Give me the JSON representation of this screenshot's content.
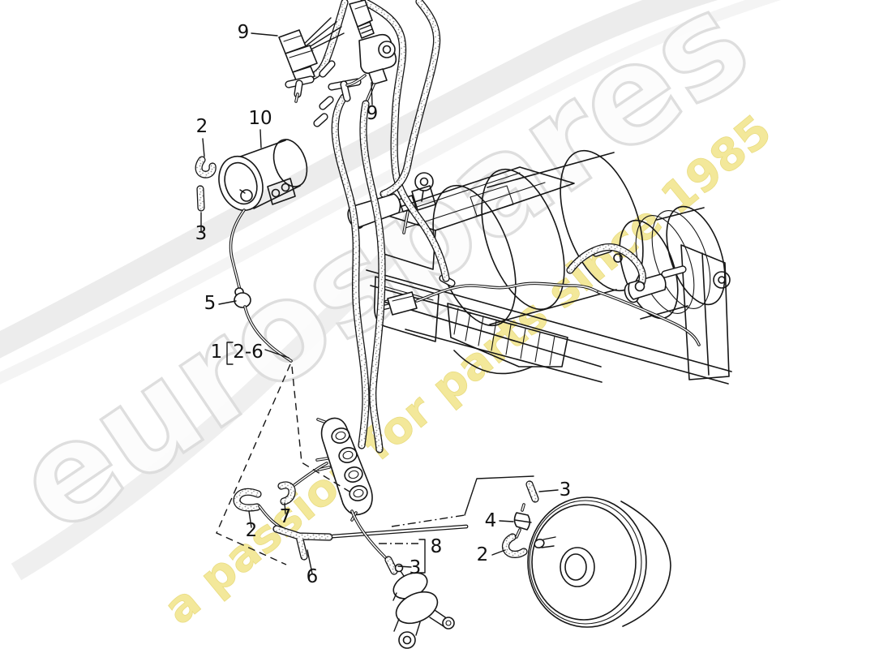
{
  "watermark": {
    "brand": "eurospares",
    "tagline": "a passion for parts since 1985",
    "brand_fill": "#fcfcfc",
    "brand_outline": "#dddddd",
    "tagline_color": "#f1e489",
    "tagline_outline": "#e6d76e",
    "swoosh_color": "#ececec"
  },
  "diagram": {
    "line_color": "#161616",
    "stipple_dot_color": "#969696",
    "callouts": [
      {
        "label": "9"
      },
      {
        "label": "9"
      },
      {
        "label": "2"
      },
      {
        "label": "10"
      },
      {
        "label": "3"
      },
      {
        "label": "5"
      },
      {
        "label": "1"
      },
      {
        "label": "2-6"
      },
      {
        "label": "7"
      },
      {
        "label": "2"
      },
      {
        "label": "6"
      },
      {
        "label": "8"
      },
      {
        "label": "3"
      },
      {
        "label": "3"
      },
      {
        "label": "4"
      },
      {
        "label": "2"
      }
    ]
  }
}
